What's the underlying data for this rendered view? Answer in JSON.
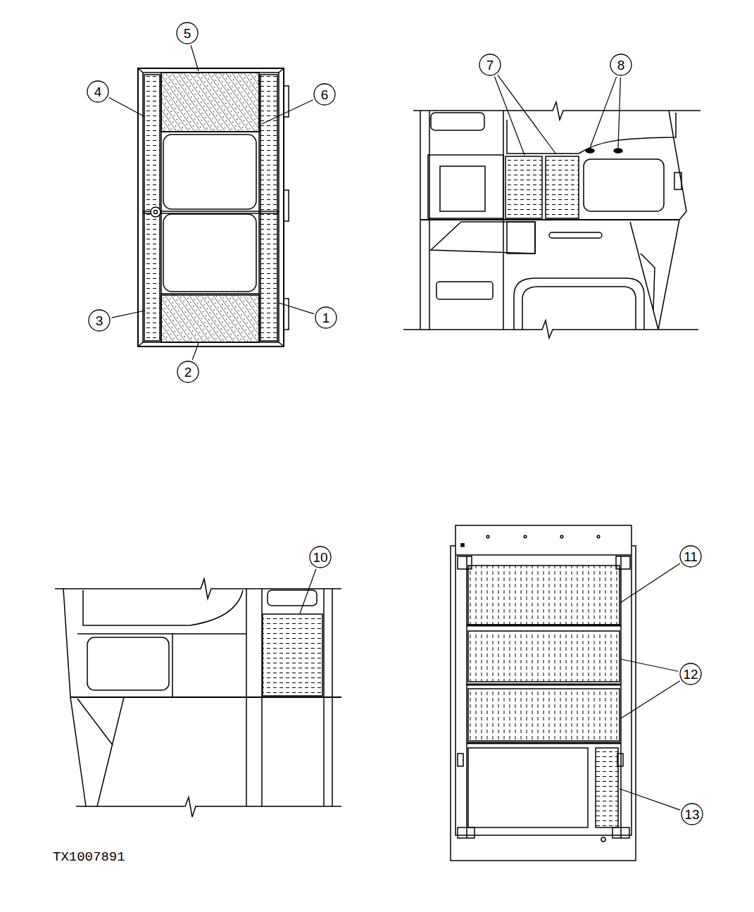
{
  "diagram": {
    "labels": [
      "5",
      "4",
      "6",
      "3",
      "1",
      "2",
      "7",
      "8",
      "10",
      "11",
      "12",
      "13",
      "TX1007891"
    ]
  }
}
